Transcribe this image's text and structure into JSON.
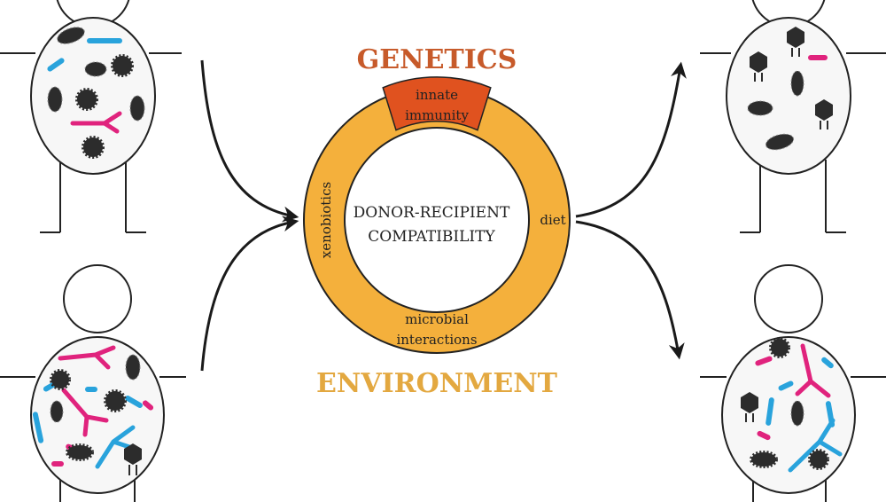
{
  "headings": {
    "top": "GENETICS",
    "bottom": "ENVIRONMENT"
  },
  "ring": {
    "segment_top_line1": "innate",
    "segment_top_line2": "immunity",
    "segment_left": "xenobiotics",
    "segment_right": "diet",
    "segment_bottom_line1": "microbial",
    "segment_bottom_line2": "interactions",
    "center_line1": "DONOR-RECIPIENT",
    "center_line2": "COMPATIBILITY"
  },
  "colors": {
    "genetics": "#c75a2a",
    "environment": "#e3a840",
    "ring": "#f4b03c",
    "immunity_segment": "#e0521f",
    "magenta_microbe": "#e0237d",
    "cyan_microbe": "#29a3dc",
    "dark_microbe": "#2c2c2c"
  },
  "icons": {
    "donor_top": "person-with-gut-microbiota-icon",
    "donor_bottom": "person-with-gut-microbiota-icon",
    "recipient_top": "person-with-gut-microbiota-icon",
    "recipient_bottom": "person-with-gut-microbiota-icon"
  }
}
